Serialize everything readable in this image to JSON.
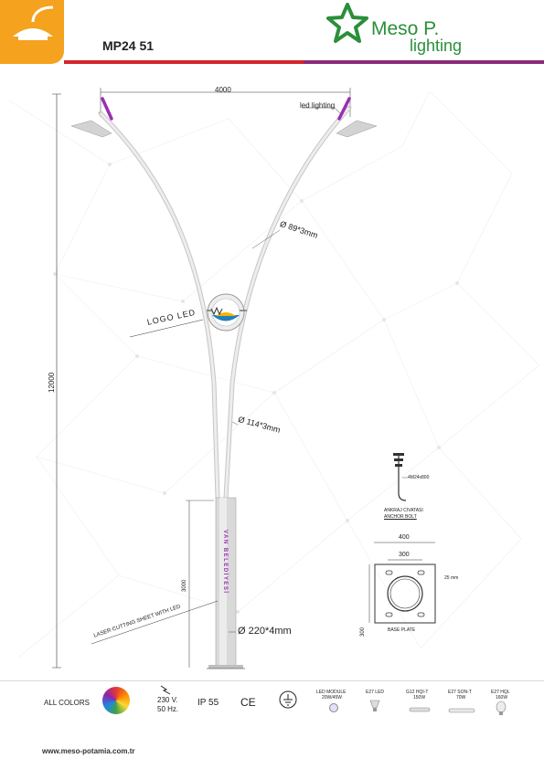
{
  "header": {
    "model": "MP24 51",
    "brand_name": "Meso P.",
    "brand_sub": "lighting",
    "colors": {
      "orange": "#f5a21e",
      "green": "#2a8f3a",
      "red": "#d3262c",
      "purple": "#8b2a78"
    }
  },
  "drawing": {
    "span_dim": "4000",
    "led_label": "led lighting",
    "arm_diameter": "Ø 89*3mm",
    "logo_label": "LOGO LED",
    "height_dim": "12000",
    "mid_diameter": "Ø 114*3mm",
    "pole_text": "VAN BELEDİYESİ",
    "laser_dim": "3000",
    "laser_label": "LASER CUTTING SHEET WITH LED",
    "base_diameter": "Ø 220*4mm"
  },
  "detail": {
    "bolt_size": "4M24x800",
    "anchor_tr": "ANKRAJ CIVATASI",
    "anchor_en": "ANCHOR BOLT",
    "plate_width": "400",
    "hole_spacing": "300",
    "thickness": "25 mm",
    "plate_height": "300",
    "base_plate": "BASE PLATE"
  },
  "specs": {
    "all_colors": "ALL COLORS",
    "voltage": "230 V.",
    "frequency": "50 Hz.",
    "ip": "IP 55",
    "ce": "CE",
    "led_module_1": "LED MODULE",
    "led_module_2": "20W/45W",
    "e27_led": "E27 LED",
    "g12_1": "G12 HQI-T",
    "g12_2": "150W",
    "son_1": "E27 SON-T",
    "son_2": "70W",
    "hql_1": "E27 HQL",
    "hql_2": "160W"
  },
  "footer": {
    "url": "www.meso-potamia.com.tr"
  }
}
